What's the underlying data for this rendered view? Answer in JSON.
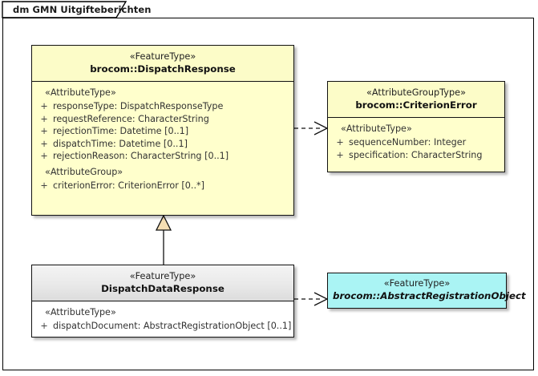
{
  "diagram": {
    "tab_label": "dm GMN Uitgifteberichten",
    "colors": {
      "feature_type_fill": "#FFFFCC",
      "abstract_fill": "#AAF4F4",
      "concrete_head_fill": "#E9E9E9",
      "border": "#111111",
      "generalization_fill": "#F5DEB3"
    }
  },
  "classes": {
    "dispatch_response": {
      "stereotype": "«FeatureType»",
      "name": "brocom::DispatchResponse",
      "groups": [
        {
          "label": "«AttributeType»",
          "attributes": [
            {
              "visibility": "+",
              "text": "responseType: DispatchResponseType"
            },
            {
              "visibility": "+",
              "text": "requestReference: CharacterString"
            },
            {
              "visibility": "+",
              "text": "rejectionTime: Datetime [0..1]"
            },
            {
              "visibility": "+",
              "text": "dispatchTime: Datetime [0..1]"
            },
            {
              "visibility": "+",
              "text": "rejectionReason: CharacterString [0..1]"
            }
          ]
        },
        {
          "label": "«AttributeGroup»",
          "attributes": [
            {
              "visibility": "+",
              "text": "criterionError: CriterionError [0..*]"
            }
          ]
        }
      ]
    },
    "criterion_error": {
      "stereotype": "«AttributeGroupType»",
      "name": "brocom::CriterionError",
      "groups": [
        {
          "label": "«AttributeType»",
          "attributes": [
            {
              "visibility": "+",
              "text": "sequenceNumber: Integer"
            },
            {
              "visibility": "+",
              "text": "specification: CharacterString"
            }
          ]
        }
      ]
    },
    "dispatch_data_response": {
      "stereotype": "«FeatureType»",
      "name": "DispatchDataResponse",
      "groups": [
        {
          "label": "«AttributeType»",
          "attributes": [
            {
              "visibility": "+",
              "text": "dispatchDocument: AbstractRegistrationObject [0..1]"
            }
          ]
        }
      ]
    },
    "abstract_registration_object": {
      "stereotype": "«FeatureType»",
      "name": "brocom::AbstractRegistrationObject"
    }
  },
  "relations": [
    {
      "name": "dependency-dispatchresponse-to-criterionerror",
      "type": "dependency",
      "from": "brocom::DispatchResponse",
      "to": "brocom::CriterionError"
    },
    {
      "name": "generalization-dispatchdataresponse-to-dispatchresponse",
      "type": "generalization",
      "from": "DispatchDataResponse",
      "to": "brocom::DispatchResponse"
    },
    {
      "name": "dependency-dispatchdataresponse-to-abstractregistrationobject",
      "type": "dependency",
      "from": "DispatchDataResponse",
      "to": "brocom::AbstractRegistrationObject"
    }
  ]
}
